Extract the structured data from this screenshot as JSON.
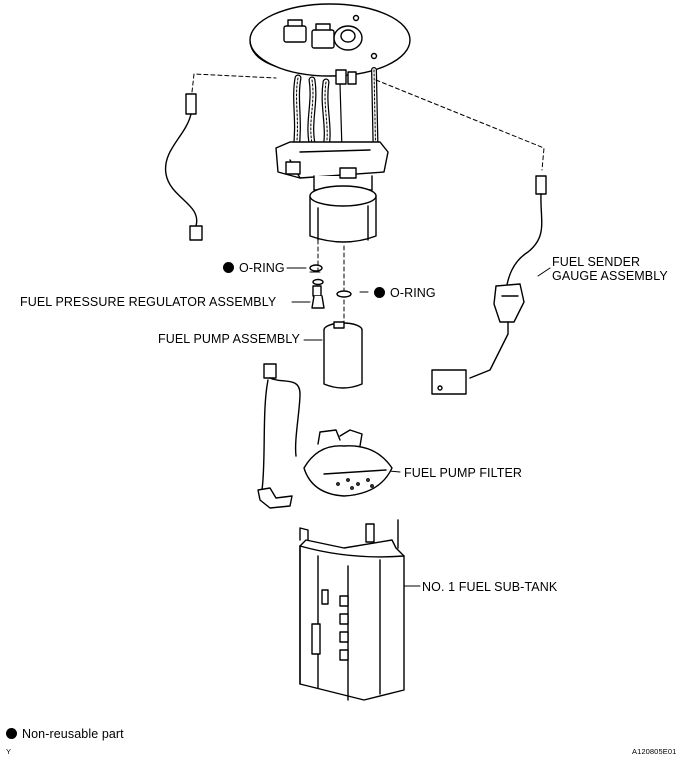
{
  "labels": {
    "o_ring_upper": "O-RING",
    "o_ring_right": "O-RING",
    "fuel_pressure_regulator": "FUEL PRESSURE REGULATOR ASSEMBLY",
    "fuel_pump_assembly": "FUEL PUMP ASSEMBLY",
    "fuel_sender_gauge": "FUEL SENDER\nGAUGE ASSEMBLY",
    "fuel_pump_filter": "FUEL PUMP FILTER",
    "sub_tank": "NO. 1 FUEL SUB-TANK"
  },
  "legend": {
    "text": "Non-reusable part"
  },
  "corner_mark": "Y",
  "figure_code": "A120805E01",
  "colors": {
    "ink": "#000000",
    "paper": "#ffffff"
  }
}
